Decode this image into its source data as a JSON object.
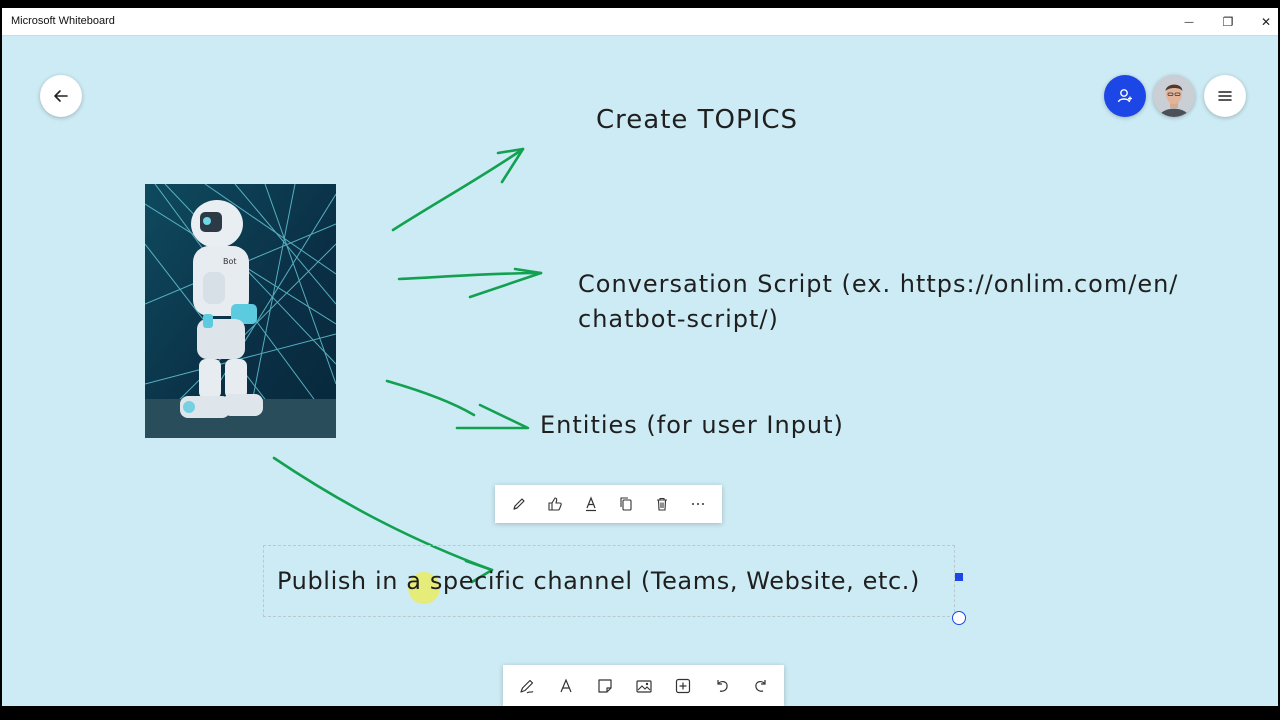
{
  "window": {
    "title": "Microsoft Whiteboard",
    "controls": {
      "minimize": "—",
      "restore": "❐",
      "close": "✕"
    }
  },
  "header": {
    "back_icon": "arrow-left-icon",
    "invite_icon": "add-person-icon",
    "menu_icon": "hamburger-menu-icon",
    "invite_color": "#1c46e6"
  },
  "board": {
    "background": "#cdebf4",
    "arrow_color": "#12a150",
    "notes": {
      "topics": "Create TOPICS",
      "script_line1": "Conversation Script (ex. https://onlim.com/en/",
      "script_line2": "chatbot-script/)",
      "entities": "Entities (for user Input)",
      "publish": "Publish in a specific channel (Teams, Website, etc.)"
    },
    "image": {
      "subject": "robot-photo",
      "label": "Bot"
    }
  },
  "context_toolbar": [
    {
      "name": "edit-pen-icon"
    },
    {
      "name": "react-thumb-icon"
    },
    {
      "name": "text-format-icon"
    },
    {
      "name": "copy-icon"
    },
    {
      "name": "delete-icon"
    },
    {
      "name": "more-options-icon"
    }
  ],
  "bottom_toolbar": [
    {
      "name": "inking-pen-icon"
    },
    {
      "name": "text-tool-icon"
    },
    {
      "name": "sticky-note-icon"
    },
    {
      "name": "insert-image-icon"
    },
    {
      "name": "add-content-icon"
    },
    {
      "name": "undo-icon"
    },
    {
      "name": "redo-icon"
    }
  ]
}
